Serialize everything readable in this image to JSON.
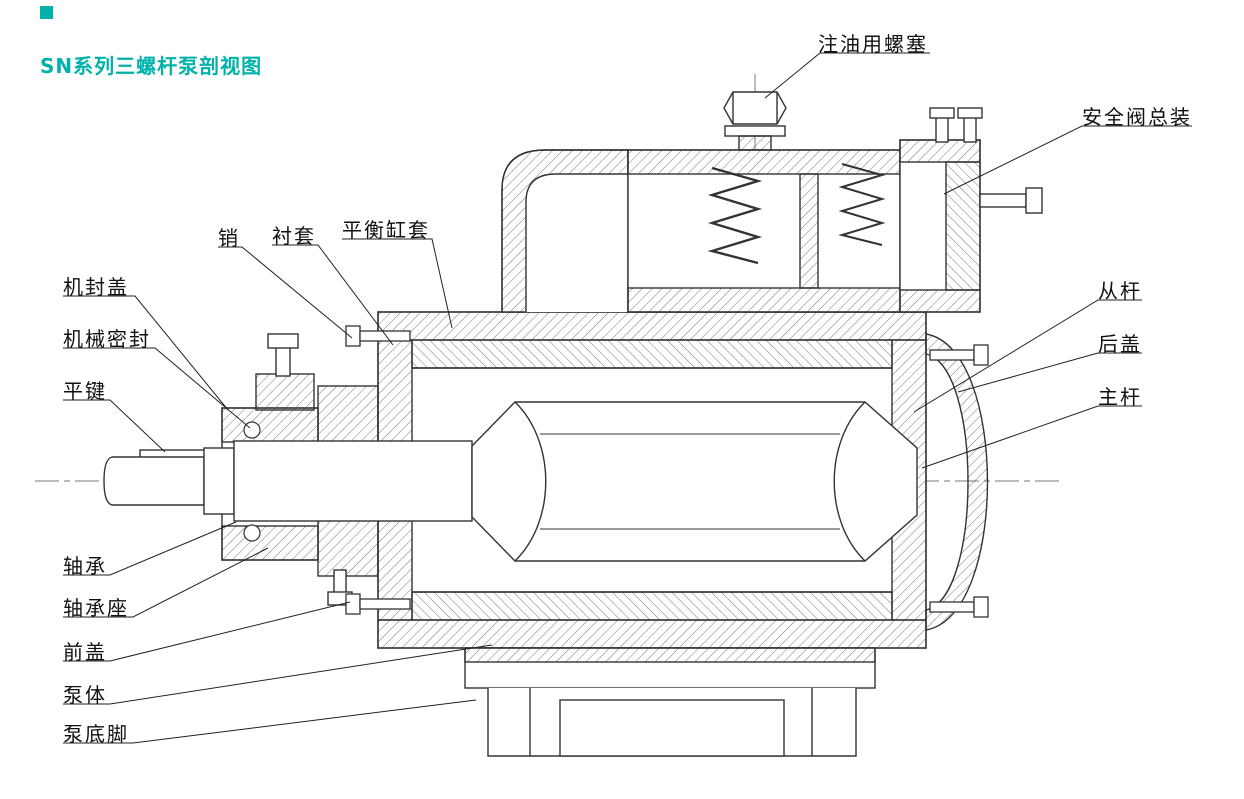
{
  "page": {
    "title": "SN系列三螺杆泵剖视图",
    "accent_color": "#00B2A9",
    "line_color": "#333333"
  },
  "labels": {
    "oil_plug": "注油用螺塞",
    "safety_valve_assembly": "安全阀总装",
    "pin": "销",
    "bushing": "衬套",
    "balance_cylinder_sleeve": "平衡缸套",
    "mech_seal_cover": "机封盖",
    "mechanical_seal": "机械密封",
    "flat_key": "平键",
    "idler_screw": "从杆",
    "rear_cover": "后盖",
    "main_screw": "主杆",
    "bearing": "轴承",
    "bearing_seat": "轴承座",
    "front_cover": "前盖",
    "pump_body": "泵体",
    "pump_foot": "泵底脚"
  }
}
